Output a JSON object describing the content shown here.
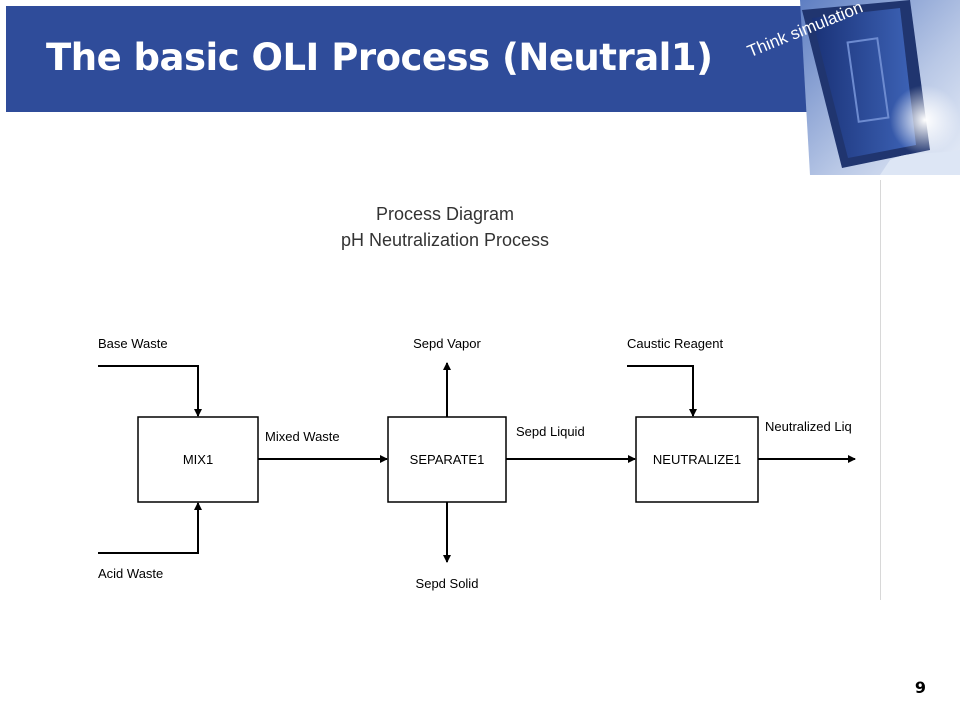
{
  "slide": {
    "title": "The basic OLI Process (Neutral1)",
    "slogan": "Think simulation",
    "page_number": "9",
    "header_color": "#2f4c9a"
  },
  "diagram": {
    "title_line1": "Process Diagram",
    "title_line2": "pH Neutralization Process",
    "nodes": {
      "mix": "MIX1",
      "separate": "SEPARATE1",
      "neutralize": "NEUTRALIZE1"
    },
    "streams": {
      "base_waste": "Base Waste",
      "acid_waste": "Acid Waste",
      "mixed_waste": "Mixed Waste",
      "sepd_vapor": "Sepd Vapor",
      "sepd_solid": "Sepd Solid",
      "sepd_liquid": "Sepd Liquid",
      "caustic_reagent": "Caustic Reagent",
      "neutralized_liq": "Neutralized Liq"
    }
  }
}
